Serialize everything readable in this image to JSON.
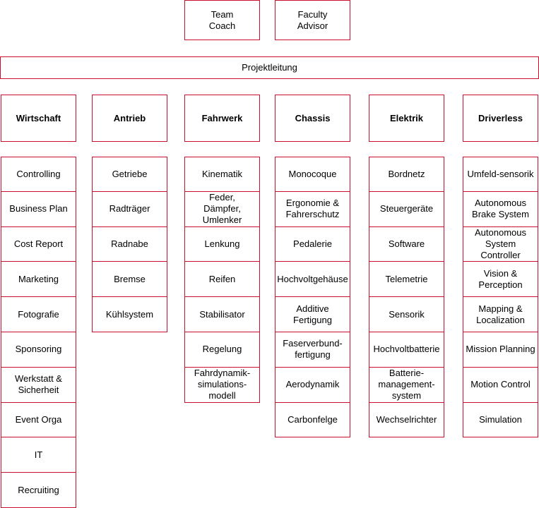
{
  "top_roles": [
    {
      "label": "Team\nCoach"
    },
    {
      "label": "Faculty\nAdvisor"
    }
  ],
  "lead": {
    "label": "Projektleitung"
  },
  "colors": {
    "border": "#c8102e",
    "text": "#000000",
    "background": "#ffffff"
  },
  "departments": [
    {
      "name": "Wirtschaft",
      "items": [
        "Controlling",
        "Business Plan",
        "Cost Report",
        "Marketing",
        "Fotografie",
        "Sponsoring",
        "Werkstatt &\nSicherheit",
        "Event Orga",
        "IT",
        "Recruiting"
      ]
    },
    {
      "name": "Antrieb",
      "items": [
        "Getriebe",
        "Radträger",
        "Radnabe",
        "Bremse",
        "Kühlsystem"
      ]
    },
    {
      "name": "Fahrwerk",
      "items": [
        "Kinematik",
        "Feder,\nDämpfer,\nUmlenker",
        "Lenkung",
        "Reifen",
        "Stabilisator",
        "Regelung",
        "Fahrdynamik-\nsimulations-\nmodell"
      ]
    },
    {
      "name": "Chassis",
      "items": [
        "Monocoque",
        "Ergonomie &\nFahrerschutz",
        "Pedalerie",
        "Hochvoltgehäuse",
        "Additive Fertigung",
        "Faserverbund-\nfertigung",
        "Aerodynamik",
        "Carbonfelge"
      ]
    },
    {
      "name": "Elektrik",
      "items": [
        "Bordnetz",
        "Steuergeräte",
        "Software",
        "Telemetrie",
        "Sensorik",
        "Hochvoltbatterie",
        "Batterie-\nmanagement-\nsystem",
        "Wechselrichter"
      ]
    },
    {
      "name": "Driverless",
      "items": [
        "Umfeld-sensorik",
        "Autonomous\nBrake System",
        "Autonomous\nSystem Controller",
        "Vision &\nPerception",
        "Mapping &\nLocalization",
        "Mission Planning",
        "Motion Control",
        "Simulation"
      ]
    }
  ]
}
